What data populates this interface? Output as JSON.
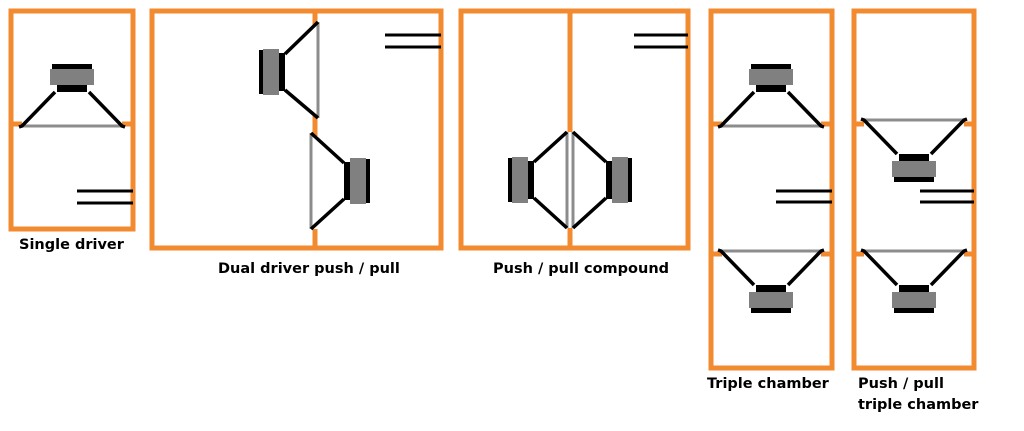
{
  "colors": {
    "enclosure": "#f28a30",
    "magnet_dark": "#000000",
    "magnet_gray": "#808080",
    "cone_outline": "#000000",
    "cone_rim": "#8c8c8c",
    "port": "#000000",
    "background": "#ffffff"
  },
  "designs": [
    {
      "id": "single-driver",
      "label": "Single driver",
      "drivers": 1,
      "chambers": 2,
      "driver_orientation": "vertical, magnet up"
    },
    {
      "id": "dual-driver-push-pull",
      "label": "Dual driver push / pull",
      "drivers": 2,
      "chambers": 2,
      "driver_orientation": "horizontal, opposed"
    },
    {
      "id": "push-pull-compound",
      "label": "Push / pull compound",
      "drivers": 2,
      "chambers": 2,
      "driver_orientation": "horizontal, face-to-face"
    },
    {
      "id": "triple-chamber",
      "label": "Triple chamber",
      "drivers": 2,
      "chambers": 3,
      "driver_orientation": "vertical, opposed"
    },
    {
      "id": "push-pull-triple-chamber",
      "label_line1": "Push / pull",
      "label_line2": "triple chamber",
      "drivers": 2,
      "chambers": 3,
      "driver_orientation": "vertical, both magnet down"
    }
  ]
}
